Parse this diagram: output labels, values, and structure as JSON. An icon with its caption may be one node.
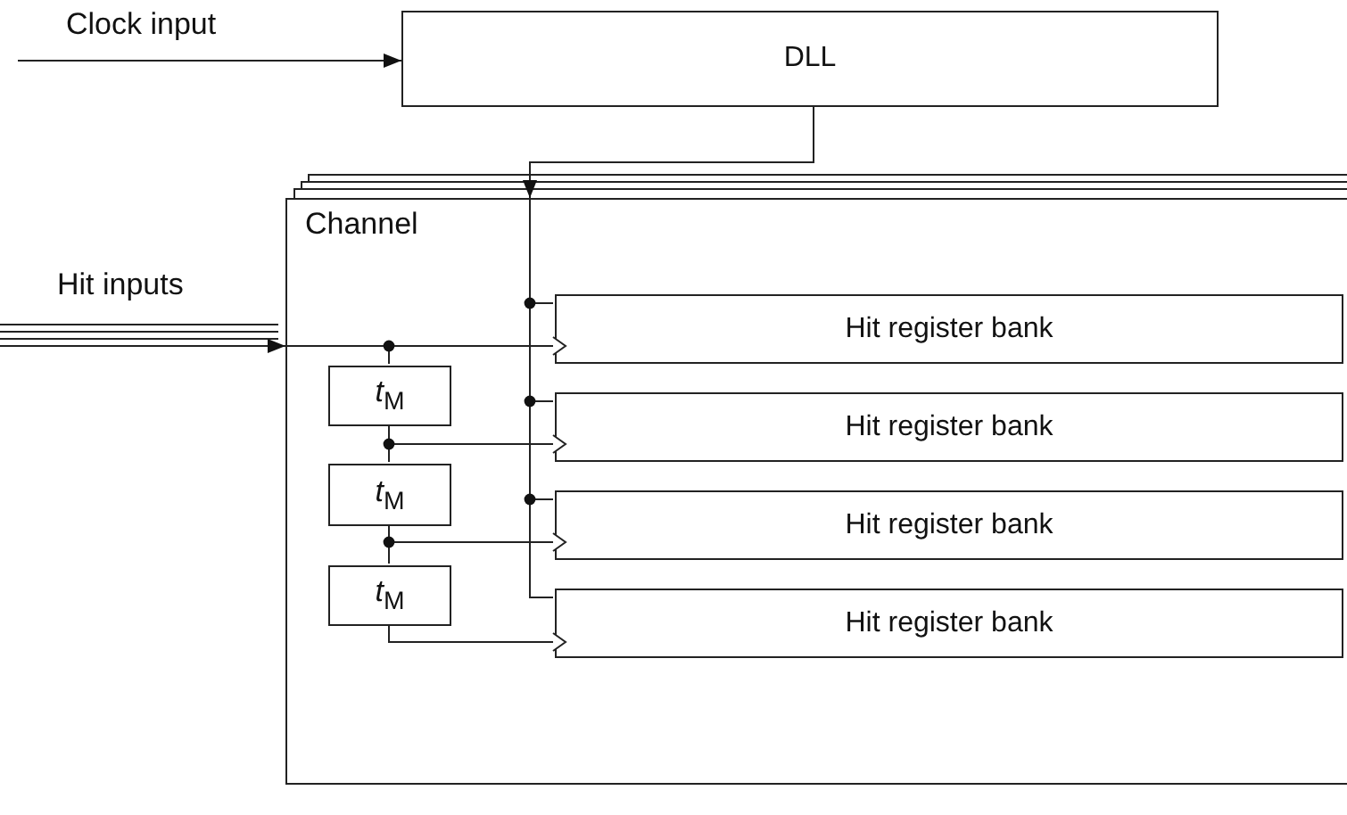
{
  "diagram": {
    "nodes": [
      {
        "text": [
          "DLL"
        ]
      },
      {
        "text": [
          "Channel"
        ]
      },
      {
        "text": [
          "Hit register bank"
        ],
        "in": 1
      },
      {
        "text": [
          "Hit register bank"
        ],
        "in": 1
      },
      {
        "text": [
          "Hit register bank"
        ],
        "in": 1
      },
      {
        "text": [
          "Hit register bank"
        ],
        "in": 1
      },
      {
        "text": [
          "*t*$_{M}$"
        ],
        "in": 1
      },
      {
        "text": [
          "*t*$_{M}$"
        ],
        "in": 1
      },
      {
        "text": [
          "*t*$_{M}$"
        ],
        "in": 1
      }
    ],
    "edges": [
      {
        "from": null,
        "to": 0,
        "arrow": "to",
        "label": "Clock input"
      },
      {
        "from": 0,
        "to": 1,
        "arrow": "to"
      },
      {
        "from": null,
        "to": 1,
        "arrow": "to",
        "label": "Hit inputs"
      },
      {
        "from": 1,
        "to": 2,
        "arrow": "none"
      },
      {
        "from": 1,
        "to": 3,
        "arrow": "none"
      },
      {
        "from": 1,
        "to": 4,
        "arrow": "none"
      },
      {
        "from": 1,
        "to": 5,
        "arrow": "none"
      },
      {
        "from": 1,
        "to": 2,
        "arrow": "to"
      },
      {
        "from": 1,
        "to": 6,
        "arrow": "none"
      },
      {
        "from": 6,
        "to": 7,
        "arrow": "none"
      },
      {
        "from": 7,
        "to": 8,
        "arrow": "none"
      },
      {
        "from": 6,
        "to": 3,
        "arrow": "to"
      },
      {
        "from": 7,
        "to": 4,
        "arrow": "to"
      },
      {
        "from": 8,
        "to": 5,
        "arrow": "to"
      }
    ]
  }
}
